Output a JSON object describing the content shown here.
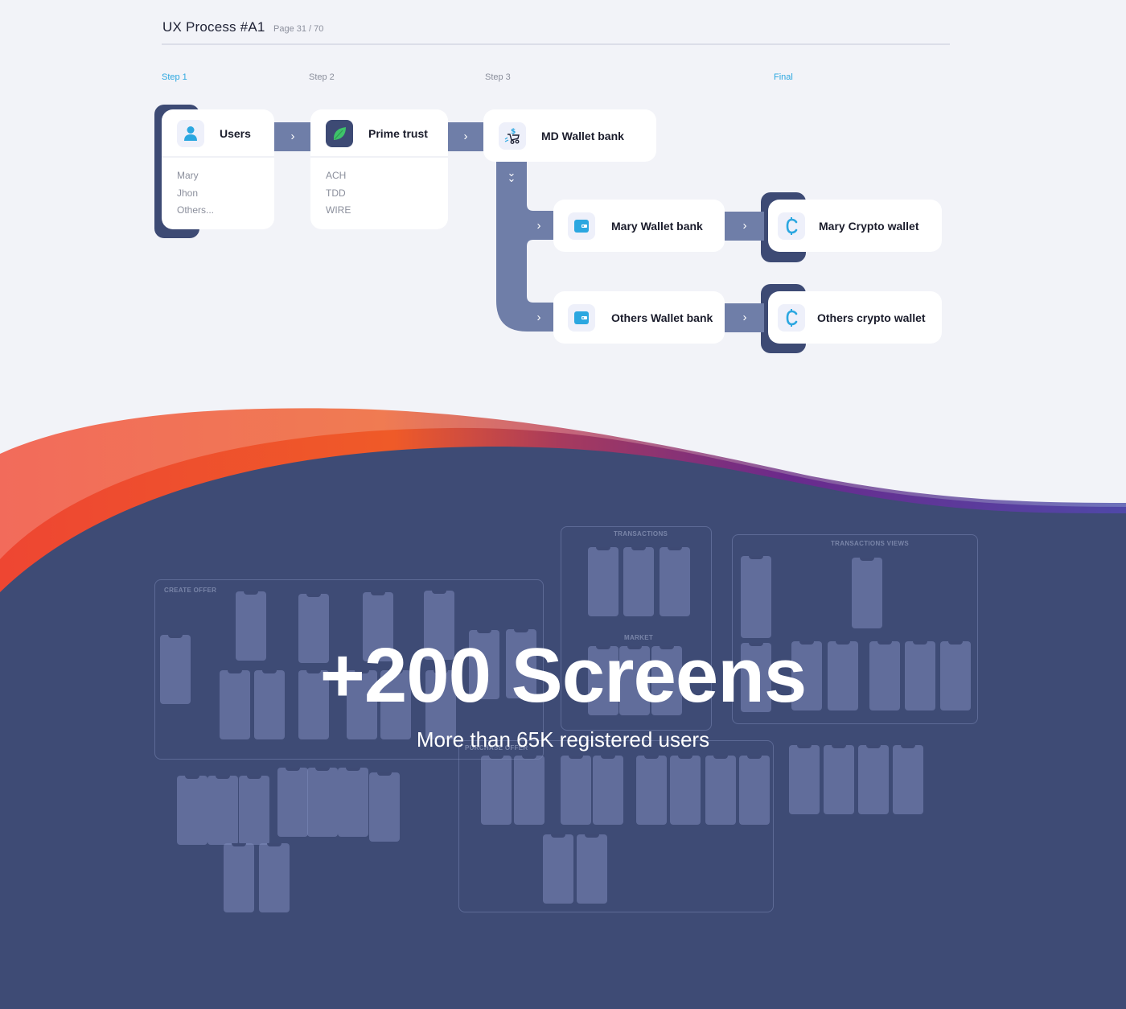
{
  "header": {
    "title": "UX Process #A1",
    "page": "Page 31 / 70"
  },
  "steps": [
    {
      "label": "Step 1",
      "active": true
    },
    {
      "label": "Step 2",
      "active": false
    },
    {
      "label": "Step 3",
      "active": false
    },
    {
      "label": "Final",
      "active": true
    }
  ],
  "flow": {
    "users": {
      "name": "Users",
      "icon": "user-icon",
      "items": [
        "Mary",
        "Jhon",
        "Others..."
      ]
    },
    "prime_trust": {
      "name": "Prime trust",
      "icon": "leaf-icon",
      "items": [
        "ACH",
        "TDD",
        "WIRE"
      ]
    },
    "md_wallet": {
      "name": "MD Wallet bank",
      "icon": "cart-dollar-icon"
    },
    "mary_wallet": {
      "name": "Mary Wallet bank",
      "icon": "wallet-icon"
    },
    "others_wallet": {
      "name": "Others Wallet bank",
      "icon": "wallet-icon"
    },
    "mary_crypto": {
      "name": "Mary Crypto wallet",
      "icon": "crypto-coin-icon"
    },
    "others_crypto": {
      "name": "Others crypto wallet",
      "icon": "crypto-coin-icon"
    }
  },
  "hero": {
    "headline": "+200 Screens",
    "subline": "More than 65K registered users"
  },
  "boards": {
    "create_offer": "CREATE OFFER",
    "transactions": "TRANSACTIONS",
    "market": "MARKET",
    "transactions_views": "TRANSACTIONS VIEWS",
    "purchase_offer": "PURCHASE OFFER"
  },
  "colors": {
    "background": "#f2f3f8",
    "accent_blue": "#2ba7e0",
    "navy": "#3d4a74",
    "connector": "#6f7ea8",
    "wave_orange": "#f15a30",
    "wave_purple": "#6a3596"
  }
}
